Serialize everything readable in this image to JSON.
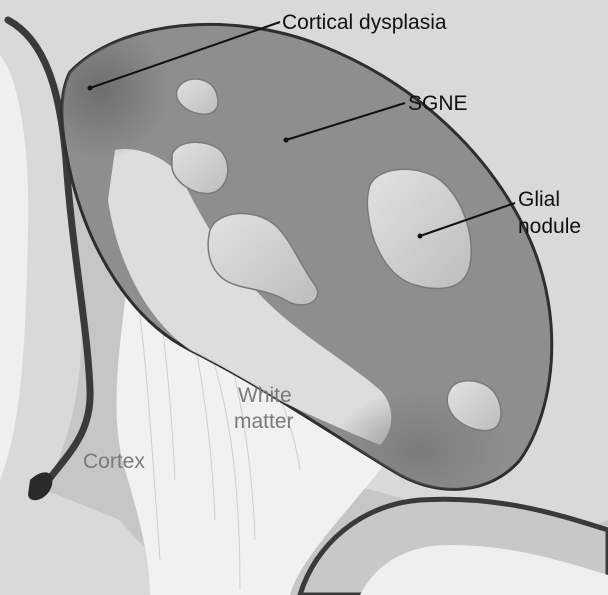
{
  "figure": {
    "title": "",
    "colors": {
      "background": "#ffffff",
      "outer_tissue": "#d9d9d9",
      "cortex_band": "#c3c3c3",
      "white_matter": "#f1f1f1",
      "sulcus_line": "#3a3a3a",
      "lesion_fill": "#8e8e8e",
      "lesion_outline": "#2e2e2e",
      "nodule_fill": "#cdcdcd",
      "label_dark": "#111111",
      "label_light": "#7a7a7a"
    },
    "labels": {
      "cortical_dysplasia": "Cortical dysplasia",
      "sgne": "SGNE",
      "glial_nodule_line1": "Glial",
      "glial_nodule_line2": "nodule",
      "white_matter_line1": "White",
      "white_matter_line2": "matter",
      "cortex": "Cortex"
    }
  }
}
